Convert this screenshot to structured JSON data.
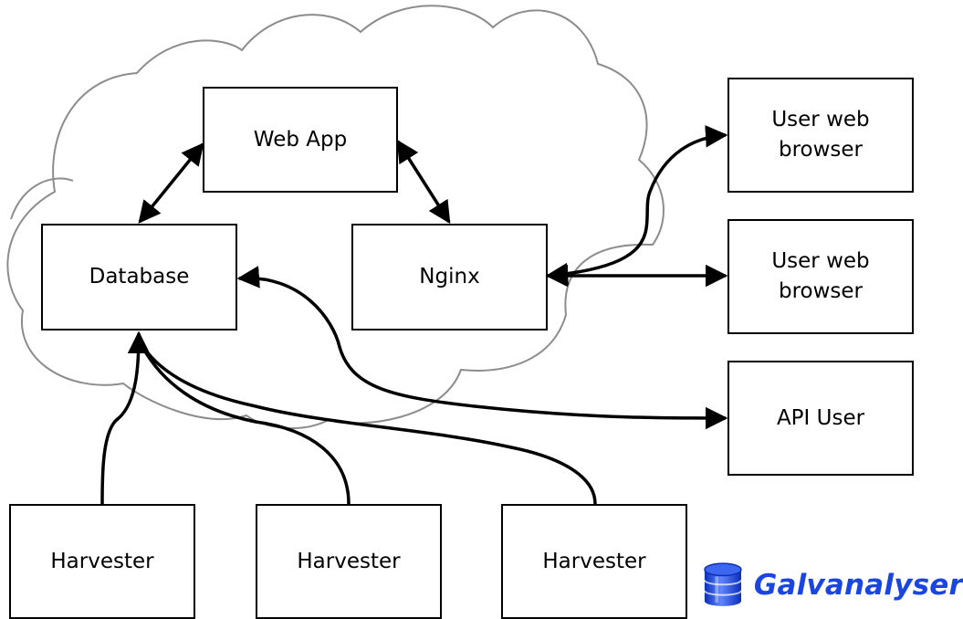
{
  "nodes": {
    "web_app": "Web App",
    "database": "Database",
    "nginx": "Nginx",
    "browser_1": "User web browser",
    "browser_2": "User web browser",
    "api_user": "API User",
    "harvester_1": "Harvester",
    "harvester_2": "Harvester",
    "harvester_3": "Harvester"
  },
  "brand": {
    "name": "Galvanalyser",
    "logo_icon": "database-cylinder-icon",
    "color": "#1a45e0"
  },
  "colors": {
    "cloud_outline": "#8c8c8c",
    "arrow": "#000000"
  }
}
